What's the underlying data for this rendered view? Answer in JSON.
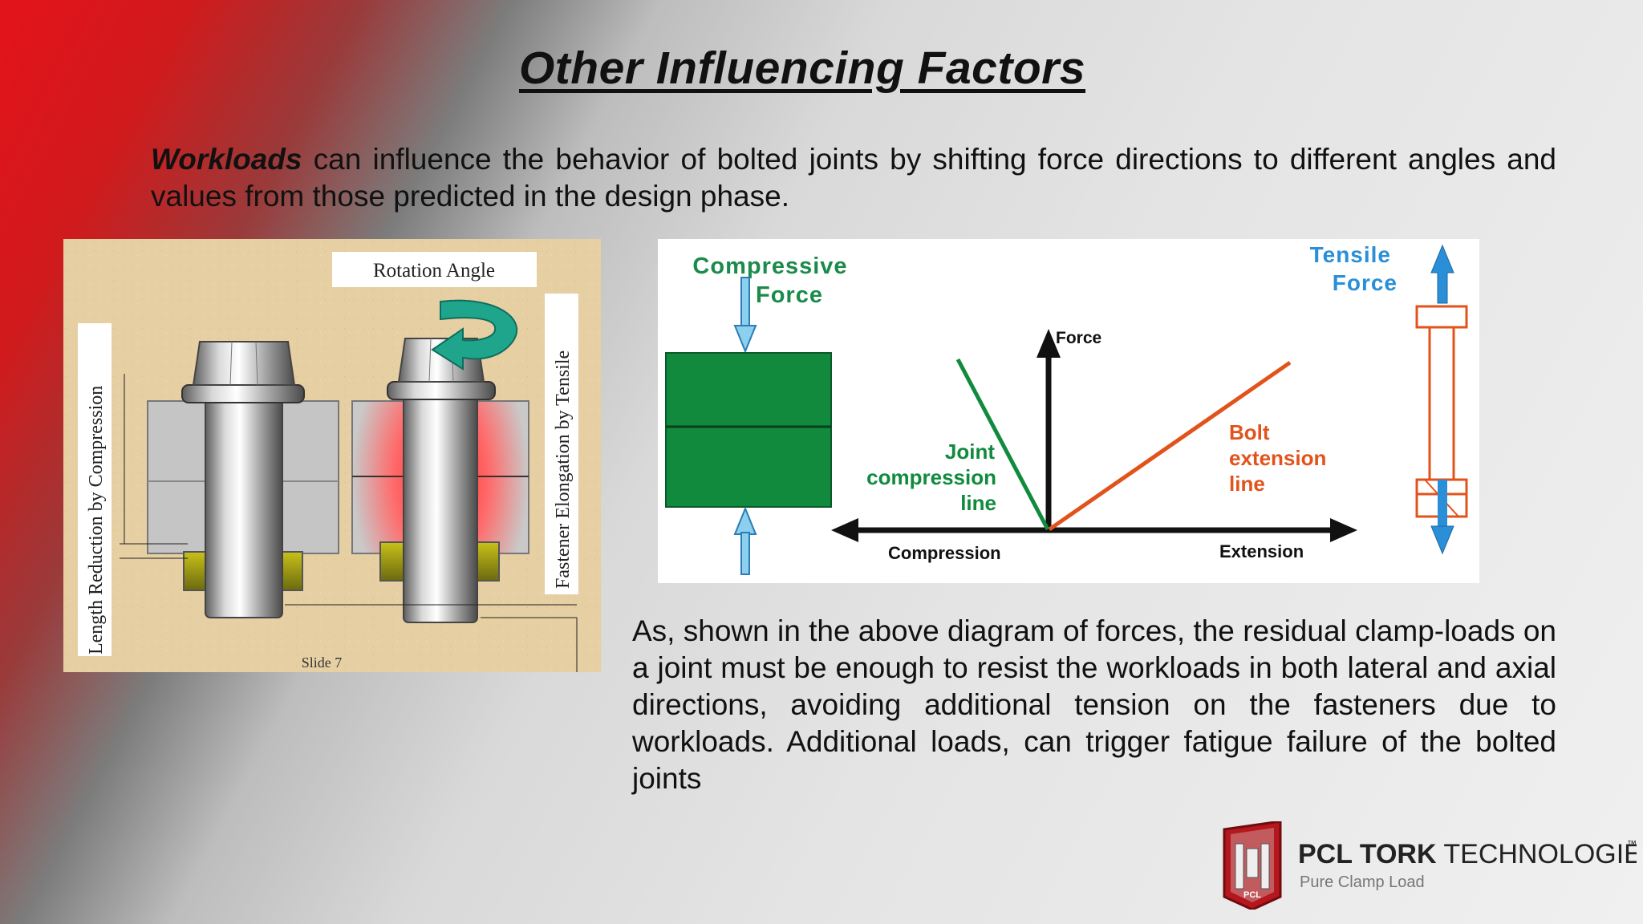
{
  "title": "Other Influencing Factors",
  "intro": {
    "bold": "Workloads",
    "rest": " can influence the behavior of bolted joints by shifting force directions to different angles and values from those predicted in the design phase."
  },
  "bolt_diagram": {
    "rotation_label": "Rotation Angle",
    "left_label": "Length Reduction by Compression",
    "right_label": "Fastener Elongation by Tensile",
    "slide_label": "Slide 7"
  },
  "force_diagram": {
    "compressive_label_1": "Compressive",
    "compressive_label_2": "Force",
    "tensile_label_1": "Tensile",
    "tensile_label_2": "Force",
    "force_axis": "Force",
    "compression_axis": "Compression",
    "extension_axis": "Extension",
    "joint_line_1": "Joint",
    "joint_line_2": "compression",
    "joint_line_3": "line",
    "bolt_line_1": "Bolt",
    "bolt_line_2": "extension",
    "bolt_line_3": "line"
  },
  "paragraph": "As, shown in the above diagram of forces, the residual clamp-loads on a joint must be enough to resist the workloads in both lateral and axial directions, avoiding additional tension on the fasteners due to workloads. Additional loads, can trigger fatigue failure of the bolted joints",
  "logo": {
    "name_bold": "PCL TORK",
    "name_rest": " TECHNOLOGIES",
    "tm": "™",
    "tagline": "Pure Clamp Load",
    "emblem_text": "PCL"
  },
  "colors": {
    "accent_red": "#e3131b",
    "joint_green": "#118a3e",
    "bolt_line_orange": "#e2531c",
    "tensile_blue": "#2a8fd6",
    "arrow_blue": "#7cc4e8"
  }
}
